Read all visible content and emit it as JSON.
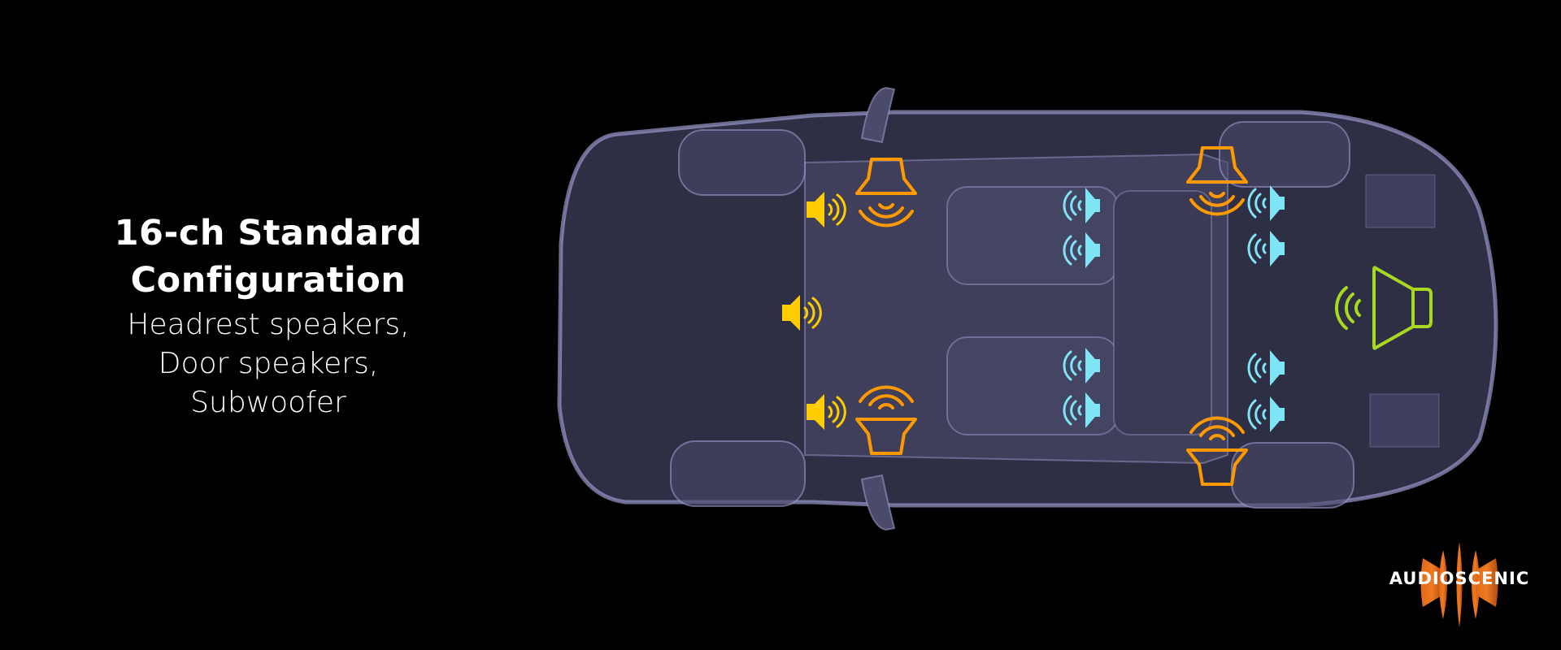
{
  "heading": {
    "title_line1": "16-ch Standard",
    "title_line2": "Configuration",
    "sub_line1": "Headrest speakers,",
    "sub_line2": "Door speakers,",
    "sub_line3": "Subwoofer"
  },
  "diagram": {
    "subject": "car-top-view-xray",
    "channel_count": 16,
    "speaker_groups": [
      {
        "name": "front-dash speakers",
        "icon": "speaker-icon",
        "color": "#FFCC00",
        "count": 3
      },
      {
        "name": "door speakers",
        "icon": "horn-speaker-icon",
        "color": "#FF9900",
        "count": 4
      },
      {
        "name": "headrest speakers",
        "icon": "speaker-icon",
        "color": "#7FE5F5",
        "count": 8
      },
      {
        "name": "subwoofer",
        "icon": "speaker-outline-icon",
        "color": "#A8D820",
        "count": 1
      }
    ],
    "car_body_color": "#3A3A55",
    "car_outline_color": "#9A9ACC"
  },
  "logo": {
    "text": "AUDIOSCENIC",
    "color": "#E06A1A"
  }
}
